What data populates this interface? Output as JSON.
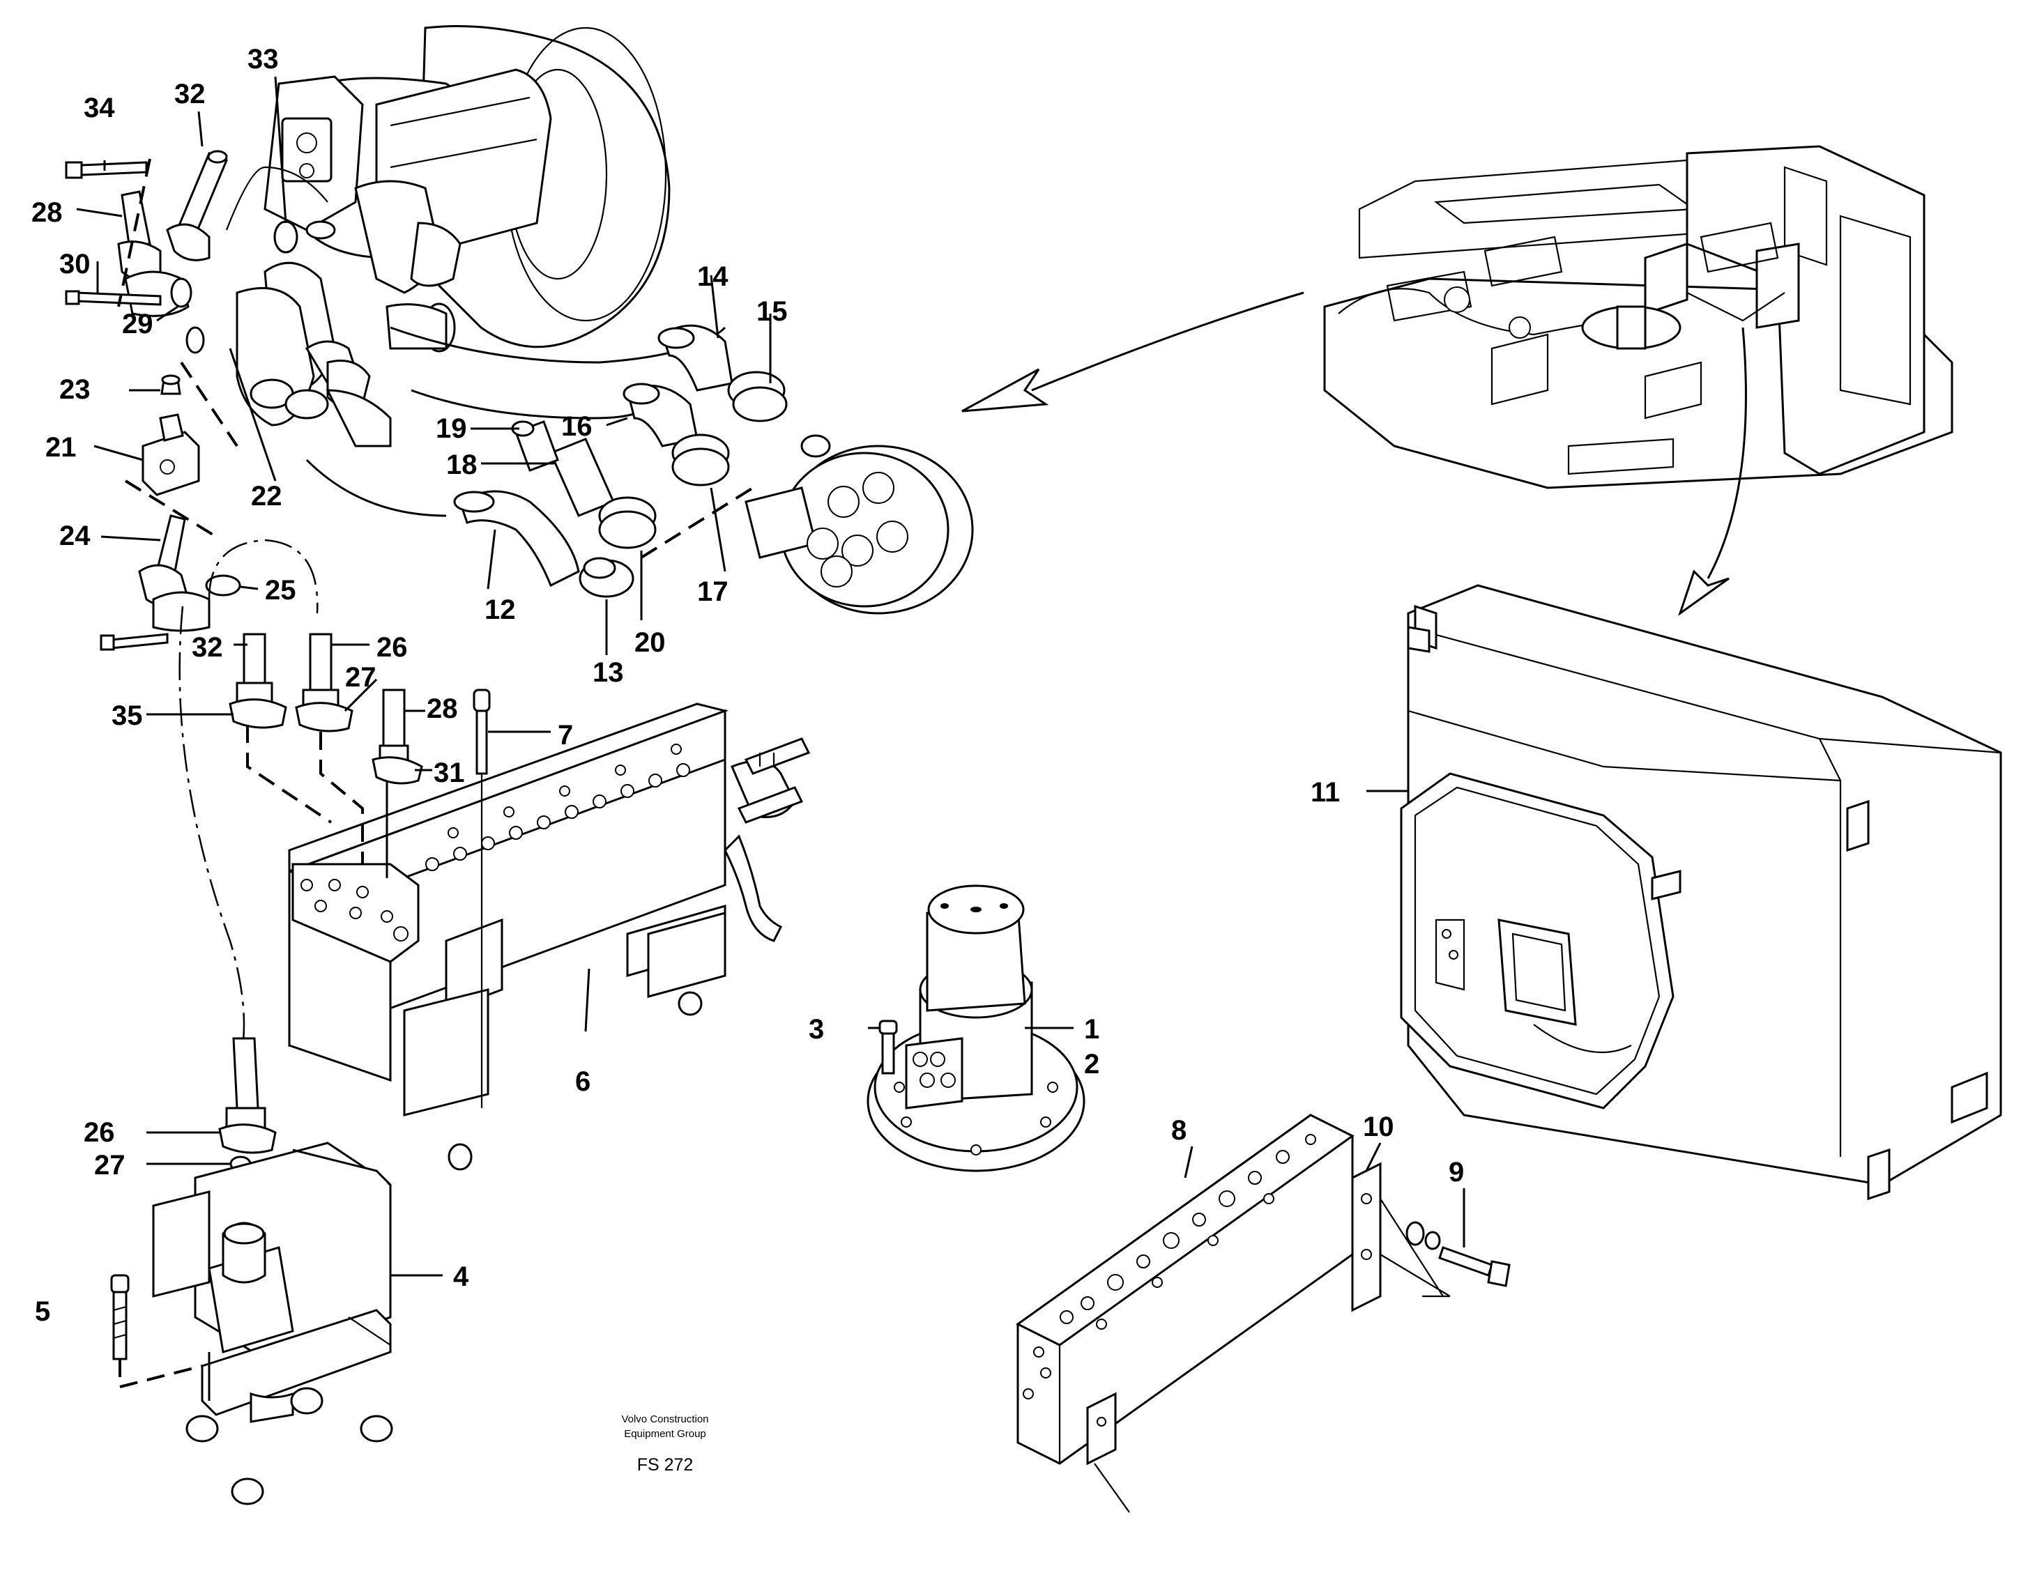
{
  "title": "FS 272",
  "publisher": [
    "Volvo Construction",
    "Equipment Group"
  ],
  "callouts": {
    "c1": "1",
    "c2": "2",
    "c3": "3",
    "c4": "4",
    "c5": "5",
    "c6": "6",
    "c7": "7",
    "c8": "8",
    "c9": "9",
    "c10": "10",
    "c11": "11",
    "c12": "12",
    "c13": "13",
    "c14": "14",
    "c15": "15",
    "c16": "16",
    "c17": "17",
    "c18": "18",
    "c19": "19",
    "c20": "20",
    "c21": "21",
    "c22": "22",
    "c23": "23",
    "c24": "24",
    "c25": "25",
    "c26a": "26",
    "c26b": "26",
    "c27a": "27",
    "c27b": "27",
    "c28a": "28",
    "c28b": "28",
    "c29": "29",
    "c30": "30",
    "c31": "31",
    "c32a": "32",
    "c32b": "32",
    "c33": "33",
    "c34": "34",
    "c35": "35"
  }
}
